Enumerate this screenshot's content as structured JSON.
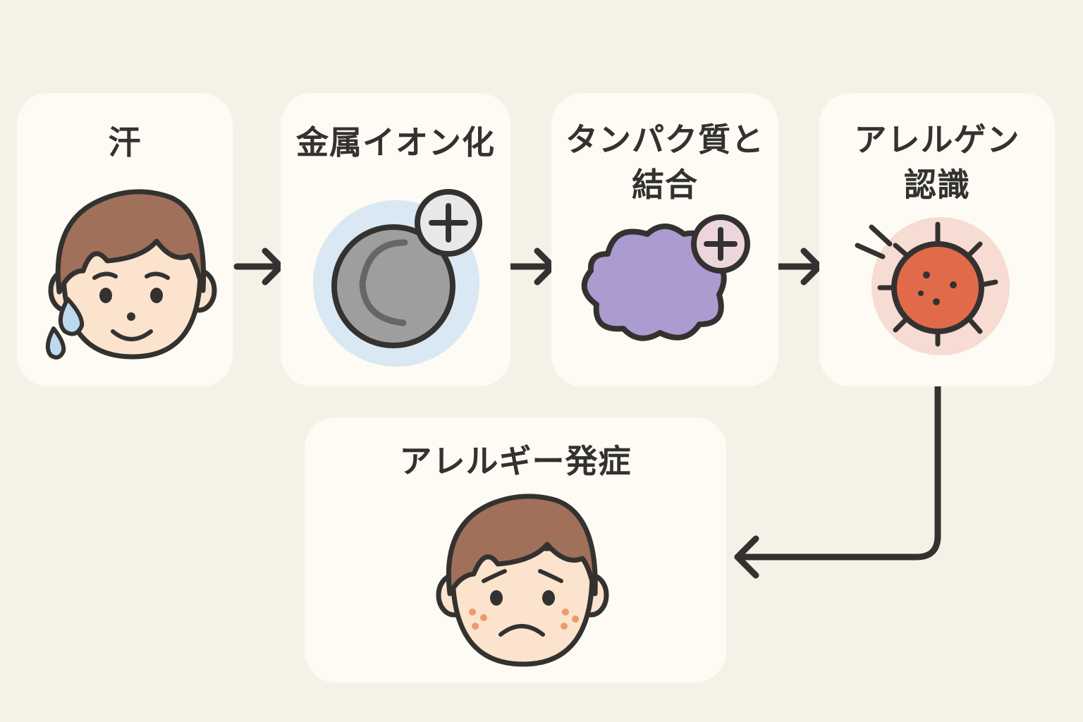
{
  "steps": [
    {
      "id": "sweat",
      "label": "汗",
      "icon": "sweating-face-icon"
    },
    {
      "id": "metal-ion",
      "label": "金属イオン化",
      "icon": "metal-ion-icon"
    },
    {
      "id": "protein-binding",
      "label_line1": "タンパク質と",
      "label_line2": "結合",
      "icon": "protein-binding-icon"
    },
    {
      "id": "allergen-recognition",
      "label_line1": "アレルゲン",
      "label_line2": "認識",
      "icon": "allergen-germ-icon"
    },
    {
      "id": "allergy-onset",
      "label": "アレルギー発症",
      "icon": "rash-sad-face-icon"
    }
  ],
  "colors": {
    "background": "#f6f1e6",
    "card": "#fdfbf4",
    "outline": "#333230",
    "skin": "#fbe3cd",
    "hair": "#a0705a",
    "sweat": "#bcd9ee",
    "ion_glow": "#d9e8f2",
    "metal": "#9e9e9e",
    "protein": "#ab9bd0",
    "plus_badge": "#ecd6dc",
    "germ": "#e06a4a",
    "germ_glow": "#f7dcd4",
    "rash": "#ee9a6b"
  }
}
